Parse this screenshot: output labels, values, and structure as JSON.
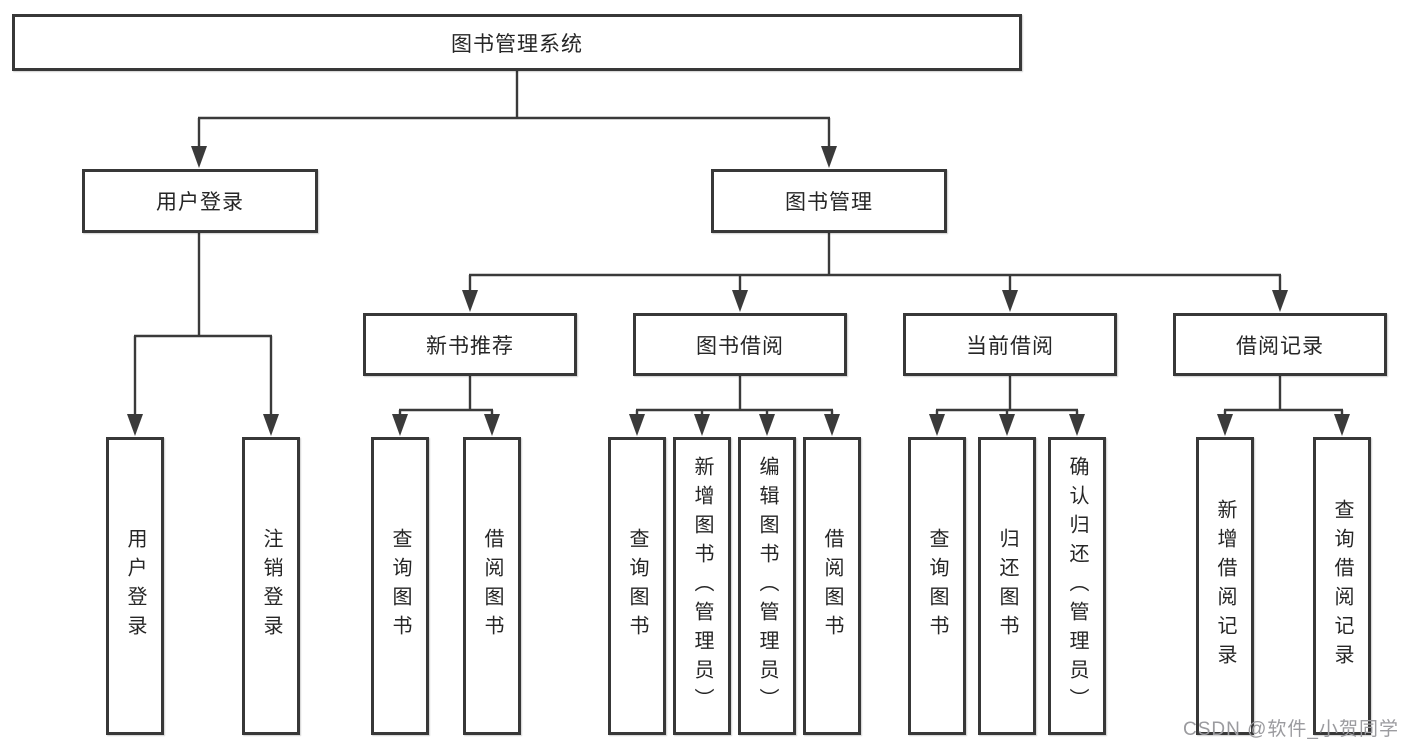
{
  "diagram": {
    "title": "图书管理系统",
    "nodes": {
      "root": {
        "label": "图书管理系统"
      },
      "user_login": {
        "label": "用户登录"
      },
      "book_mgmt": {
        "label": "图书管理"
      },
      "new_book_rec": {
        "label": "新书推荐"
      },
      "book_borrow": {
        "label": "图书借阅"
      },
      "current_borrow": {
        "label": "当前借阅"
      },
      "borrow_record": {
        "label": "借阅记录"
      }
    },
    "leaves": {
      "user_login": [
        "用户登录",
        "注销登录"
      ],
      "new_book_rec": [
        "查询图书",
        "借阅图书"
      ],
      "book_borrow": [
        "查询图书",
        "新增图书（管理员）",
        "编辑图书（管理员）",
        "借阅图书"
      ],
      "current_borrow": [
        "查询图书",
        "归还图书",
        "确认归还（管理员）"
      ],
      "borrow_record": [
        "新增借阅记录",
        "查询借阅记录"
      ]
    },
    "watermark": "CSDN @软件_小贺同学",
    "colors": {
      "line": "#3a3a3a",
      "box_border": "#383838",
      "text": "#262626",
      "background": "#ffffff",
      "watermark": "#9b9b9f"
    }
  }
}
